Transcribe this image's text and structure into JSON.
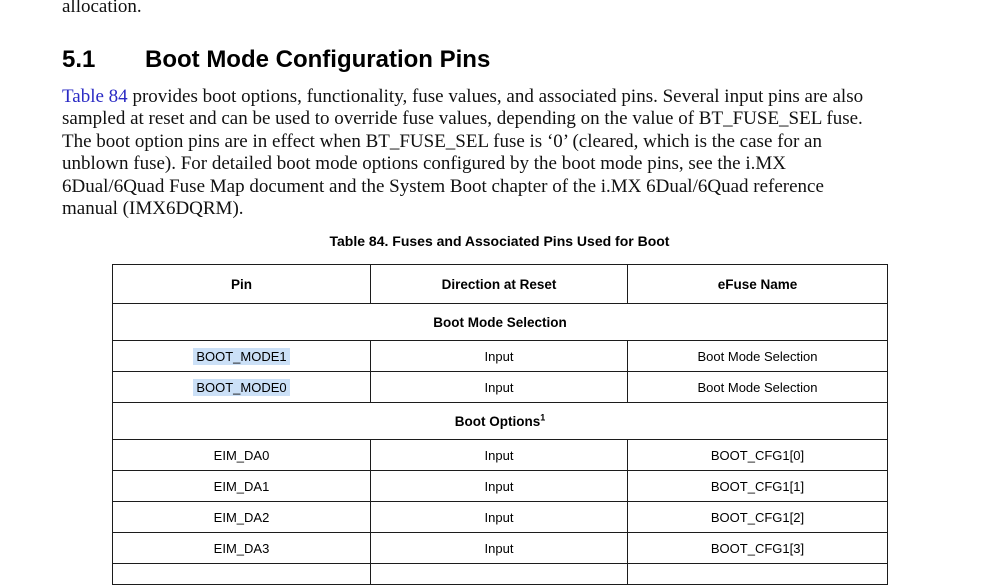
{
  "page": {
    "trailing_line": "allocation.",
    "heading": {
      "number": "5.1",
      "title": "Boot Mode Configuration Pins"
    },
    "paragraph": {
      "link_text": "Table 84",
      "line1_rest": " provides boot options, functionality, fuse values, and associated pins. Several input pins are also",
      "lines": [
        "sampled at reset and can be used to override fuse values, depending on the value of BT_FUSE_SEL fuse.",
        "The boot option pins are in effect when BT_FUSE_SEL fuse is ‘0’ (cleared, which is the case for an",
        "unblown fuse). For detailed boot mode options configured by the boot mode pins, see the i.MX",
        "6Dual/6Quad Fuse Map document and the System Boot chapter of the i.MX 6Dual/6Quad reference",
        "manual (IMX6DQRM)."
      ]
    }
  },
  "table": {
    "caption": "Table 84. Fuses and Associated Pins Used for Boot",
    "headers": [
      "Pin",
      "Direction at Reset",
      "eFuse Name"
    ],
    "sections": [
      {
        "span_label": "Boot Mode Selection",
        "span_sup": "",
        "rows": [
          {
            "pin": "BOOT_MODE1",
            "highlighted": true,
            "direction": "Input",
            "efuse": "Boot Mode Selection"
          },
          {
            "pin": "BOOT_MODE0",
            "highlighted": true,
            "direction": "Input",
            "efuse": "Boot Mode Selection"
          }
        ]
      },
      {
        "span_label": "Boot Options",
        "span_sup": "1",
        "rows": [
          {
            "pin": "EIM_DA0",
            "highlighted": false,
            "direction": "Input",
            "efuse": "BOOT_CFG1[0]"
          },
          {
            "pin": "EIM_DA1",
            "highlighted": false,
            "direction": "Input",
            "efuse": "BOOT_CFG1[1]"
          },
          {
            "pin": "EIM_DA2",
            "highlighted": false,
            "direction": "Input",
            "efuse": "BOOT_CFG1[2]"
          },
          {
            "pin": "EIM_DA3",
            "highlighted": false,
            "direction": "Input",
            "efuse": "BOOT_CFG1[3]"
          }
        ]
      }
    ]
  },
  "colors": {
    "link_blue": "#2a2ac4",
    "selection_highlight": "#cbe0f7",
    "table_border": "#1c1c1c"
  }
}
